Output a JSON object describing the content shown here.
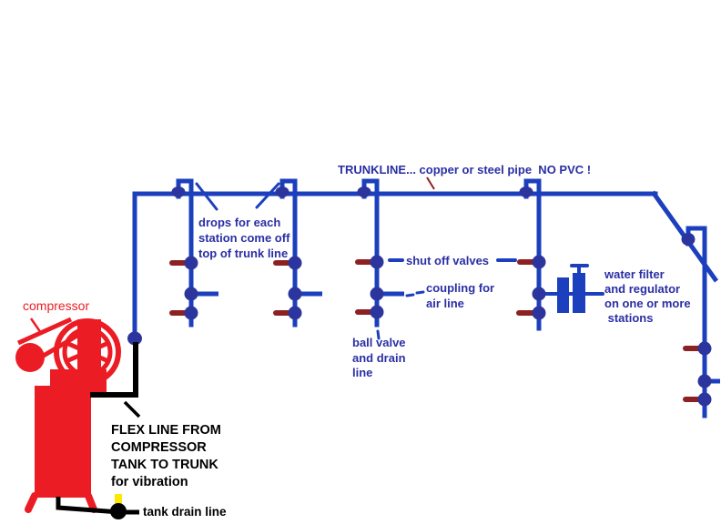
{
  "diagram_title": "shop compressed air trunk line diagram",
  "colors": {
    "background": "#ffffff",
    "pipe_blue": "#1c40bd",
    "fitting_navy": "#2b359d",
    "valve_maroon": "#8c2122",
    "label_blue": "#2a2fa4",
    "compressor_red": "#ec1c24",
    "line_black": "#000000",
    "handle_yellow": "#ffe800"
  },
  "labels": {
    "trunkline": "TRUNKLINE... copper or steel pipe  NO PVC !",
    "drops": "drops for each\nstation come off\ntop of trunk line",
    "shutoff": "shut off valves",
    "coupling": "coupling for\nair line",
    "ball_valve": "ball valve\nand drain\nline",
    "water_filter": "water filter\nand regulator\non one or more\n stations",
    "compressor": "compressor",
    "flex_line": "FLEX LINE FROM\nCOMPRESSOR\nTANK TO TRUNK\nfor vibration",
    "tank_drain": "tank drain line"
  }
}
